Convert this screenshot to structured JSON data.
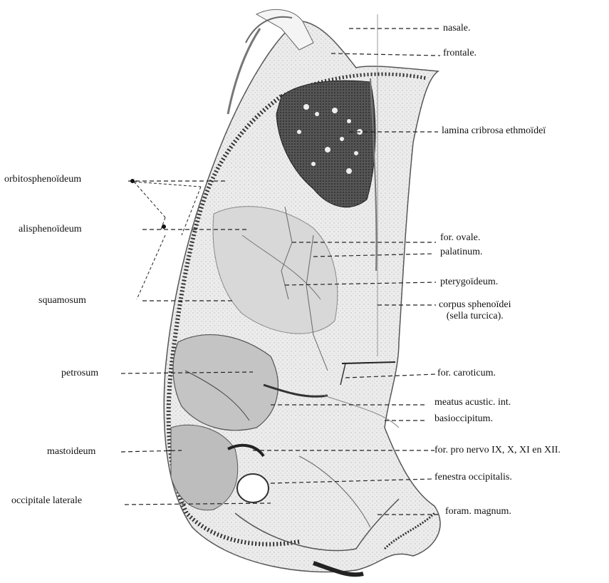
{
  "figure": {
    "labels_right": {
      "nasale": "nasale.",
      "frontale": "frontale.",
      "lamina_cribrosa": "lamina cribrosa ethmoïdeï",
      "for_ovale": "for. ovale.",
      "palatinum": "palatinum.",
      "pterygoideum": "pterygoïdeum.",
      "corpus_sphenoidei": "corpus sphenoïdei",
      "sella_turcica": "(sella turcica).",
      "for_caroticum": "for. caroticum.",
      "meatus": "meatus acustic. int.",
      "basioccipitum": "basioccipitum.",
      "for_pro_nervo": "for. pro nervo IX, X, XI en XII.",
      "fenestra": "fenestra occipitalis.",
      "foram_magnum": "foram. magnum."
    },
    "labels_left": {
      "orbitosphenoideum": "orbitosphenoïdeum",
      "alisphenoideum": "alisphenoïdeum",
      "squamosum": "squamosum",
      "petrosum": "petrosum",
      "mastoideum": "mastoideum",
      "occipitale_laterale": "occipitale laterale"
    }
  }
}
